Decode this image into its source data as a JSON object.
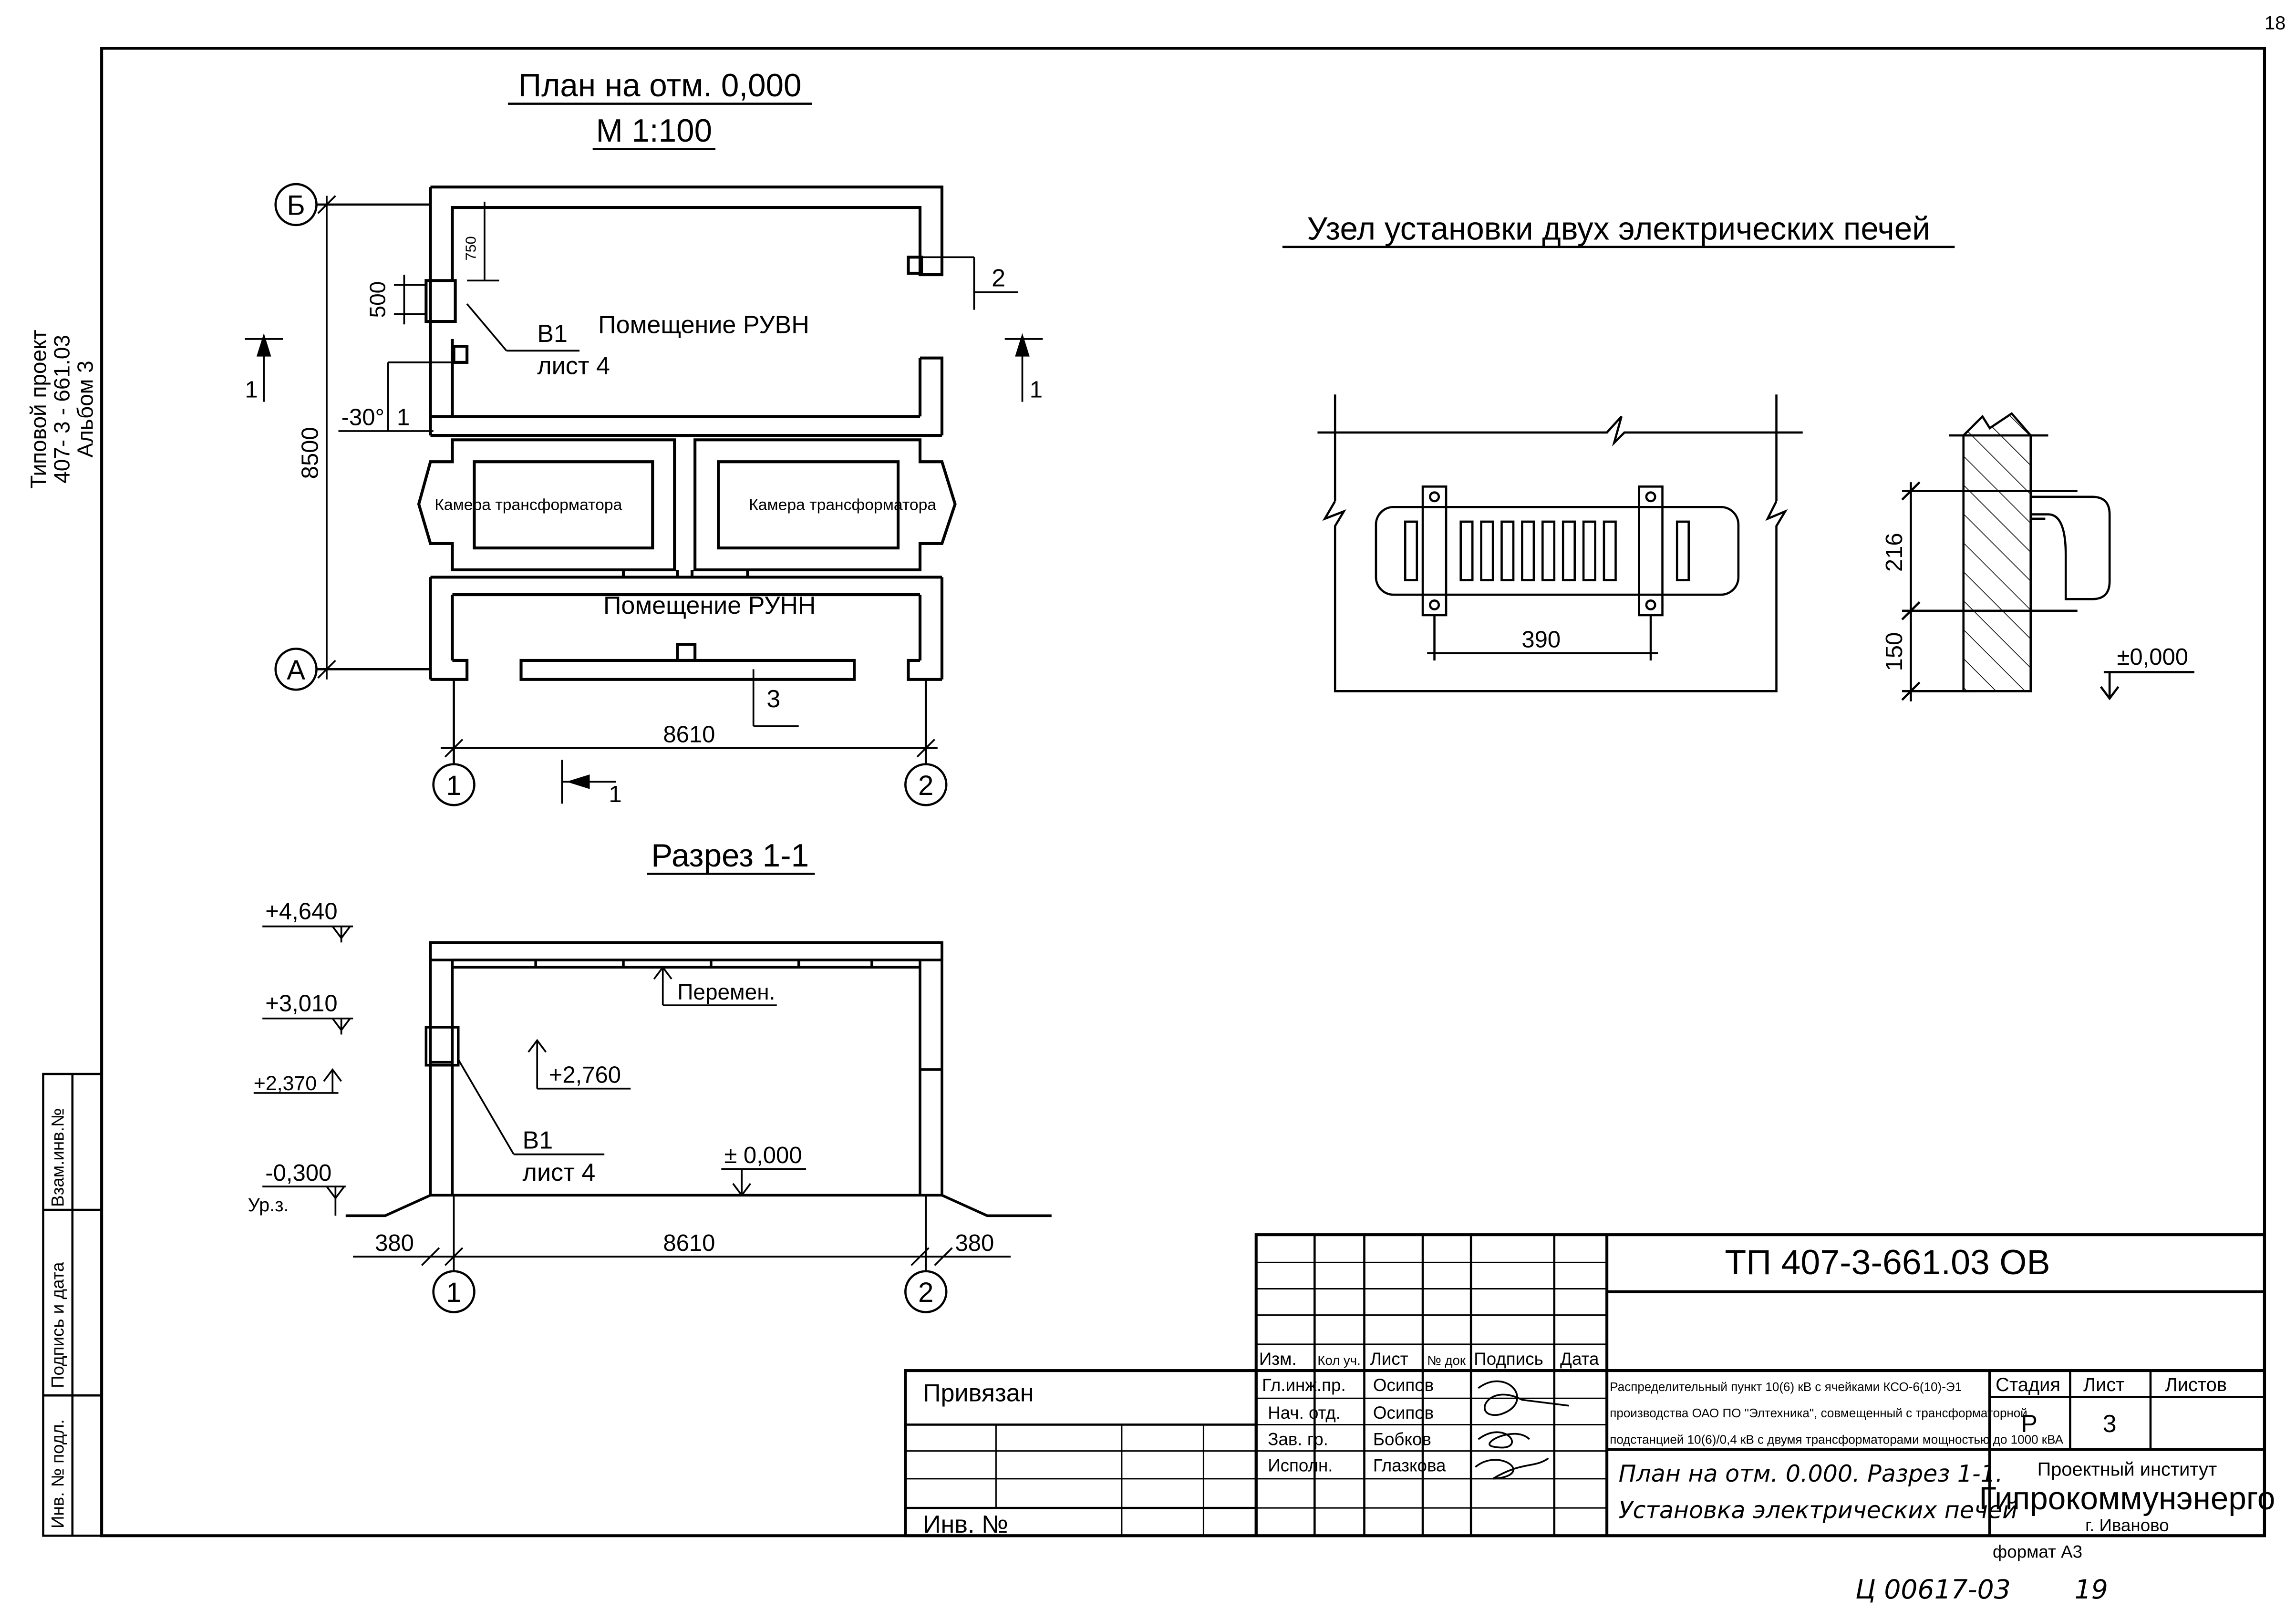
{
  "page_number": "18",
  "side": {
    "project_line1": "Типовой проект",
    "project_line2": "407- 3 - 661.03",
    "project_line3": "Альбом 3"
  },
  "plan": {
    "title": "План на отм. 0,000",
    "scale": "М 1:100",
    "axis_b": "Б",
    "axis_a": "А",
    "axis_1": "1",
    "axis_2": "2",
    "dim_height": "8500",
    "dim_width": "8610",
    "dim_500": "500",
    "dim_750": "750",
    "temp": "-30°",
    "mark_1": "1",
    "mark_2": "2",
    "mark_3": "3",
    "b1_label": "В1",
    "b1_sheet": "лист 4",
    "room_rvn": "Помещение РУВН",
    "room_rnn": "Помещение РУНН",
    "chamber_left": "Камера трансформатора",
    "chamber_right": "Камера трансформатора",
    "cut_left": "1",
    "cut_right": "1",
    "cut_bottom": "1"
  },
  "section": {
    "title": "Разрез 1-1",
    "elev_4640": "+4,640",
    "elev_3010": "+3,010",
    "elev_2370": "+2,370",
    "elev_m0300": "-0,300",
    "ground": "Ур.з.",
    "elev_2760": "+2,760",
    "elev_0": "± 0,000",
    "perem": "Перемен.",
    "b1_label": "В1",
    "b1_sheet": "лист 4",
    "dim_380_left": "380",
    "dim_8610": "8610",
    "dim_380_right": "380",
    "axis_1": "1",
    "axis_2": "2"
  },
  "node": {
    "title": "Узел установки двух электрических печей",
    "dim_390": "390",
    "dim_216": "216",
    "dim_150": "150",
    "elev_0": "±0,000"
  },
  "stamp": {
    "code": "ТП   407-3-661.03    ОВ",
    "description_line1": "Распределительный пункт 10(6) кВ с ячейками КСО-6(10)-Э1",
    "description_line2": "производства ОАО ПО \"Элтехника\", совмещенный с трансформаторной",
    "description_line3": "подстанцией 10(6)/0,4 кВ с двумя трансформаторами мощностью до 1000 кВА",
    "sheet_title_line1": "План на отм. 0.000.  Разрез 1-1.",
    "sheet_title_line2": "Установка электрических печей",
    "headers": [
      "Изм.",
      "Кол уч.",
      "Лист",
      "№ док",
      "Подпись",
      "Дата"
    ],
    "roles": [
      "Гл.инж.пр.",
      "Нач. отд.",
      "Зав. гр.",
      "Исполн."
    ],
    "names": [
      "Осипов",
      "Осипов",
      "Бобков",
      "Глазкова"
    ],
    "stage_label": "Стадия",
    "sheet_label": "Лист",
    "sheets_label": "Листов",
    "stage_value": "Р",
    "sheet_value": "3",
    "sheets_value": "",
    "institute_line1": "Проектный институт",
    "institute_line2": "Гипрокоммунэнерго",
    "institute_city": "г. Иваново",
    "privyazan": "Привязан",
    "inv_no": "Инв. №",
    "format": "формат А3"
  },
  "margin_stamp": {
    "vzam": "Взам.инв.№",
    "podpis": "Подпись и дата",
    "inv_podl": "Инв. № подл."
  },
  "footer_handwriting": {
    "number": "Ц 00617-03",
    "page": "19"
  }
}
